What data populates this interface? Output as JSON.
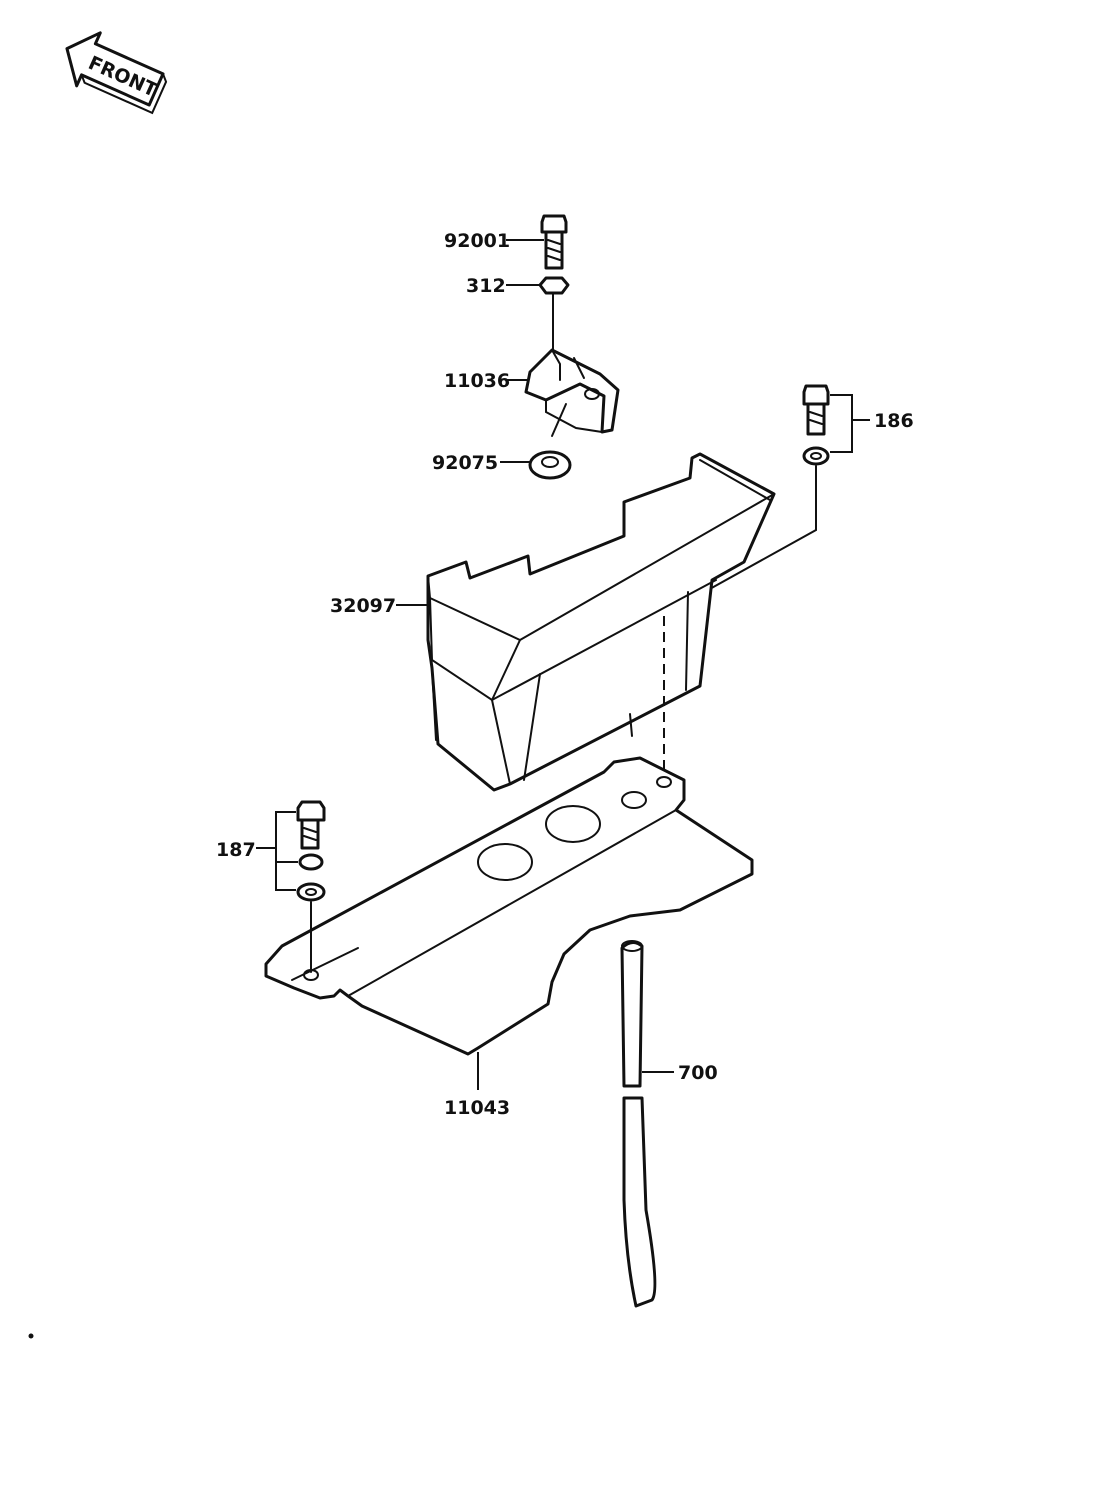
{
  "diagram": {
    "front_arrow": {
      "text": "FRONT",
      "icon": "front-direction-arrow-icon"
    },
    "callouts": [
      {
        "id": "92001",
        "text": "92001",
        "part": "bolt"
      },
      {
        "id": "312",
        "text": "312",
        "part": "nut"
      },
      {
        "id": "11036",
        "text": "11036",
        "part": "bracket"
      },
      {
        "id": "92075",
        "text": "92075",
        "part": "damper"
      },
      {
        "id": "186",
        "text": "186",
        "part": "bolt-and-washer-set"
      },
      {
        "id": "32097",
        "text": "32097",
        "part": "battery-case"
      },
      {
        "id": "187",
        "text": "187",
        "part": "bolt-and-washer-set"
      },
      {
        "id": "11043",
        "text": "11043",
        "part": "plate"
      },
      {
        "id": "700",
        "text": "700",
        "part": "vent-tube"
      }
    ]
  }
}
